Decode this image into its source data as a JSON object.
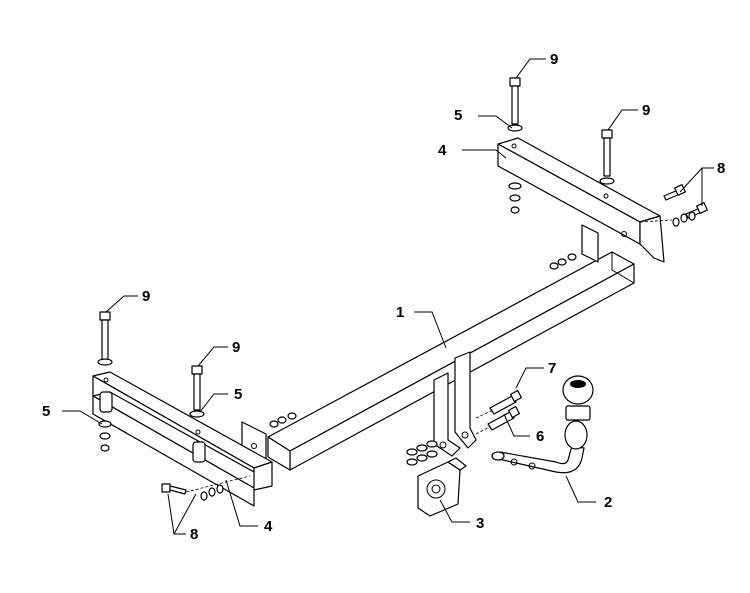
{
  "callouts": {
    "c1": "1",
    "c2": "2",
    "c3": "3",
    "c4a": "4",
    "c4b": "4",
    "c5a": "5",
    "c5b": "5",
    "c5c": "5",
    "c6": "6",
    "c7": "7",
    "c8a": "8",
    "c8b": "8",
    "c9a": "9",
    "c9b": "9",
    "c9c": "9",
    "c9d": "9"
  },
  "colors": {
    "line": "#000000",
    "fill": "#ffffff",
    "background": "#ffffff"
  }
}
